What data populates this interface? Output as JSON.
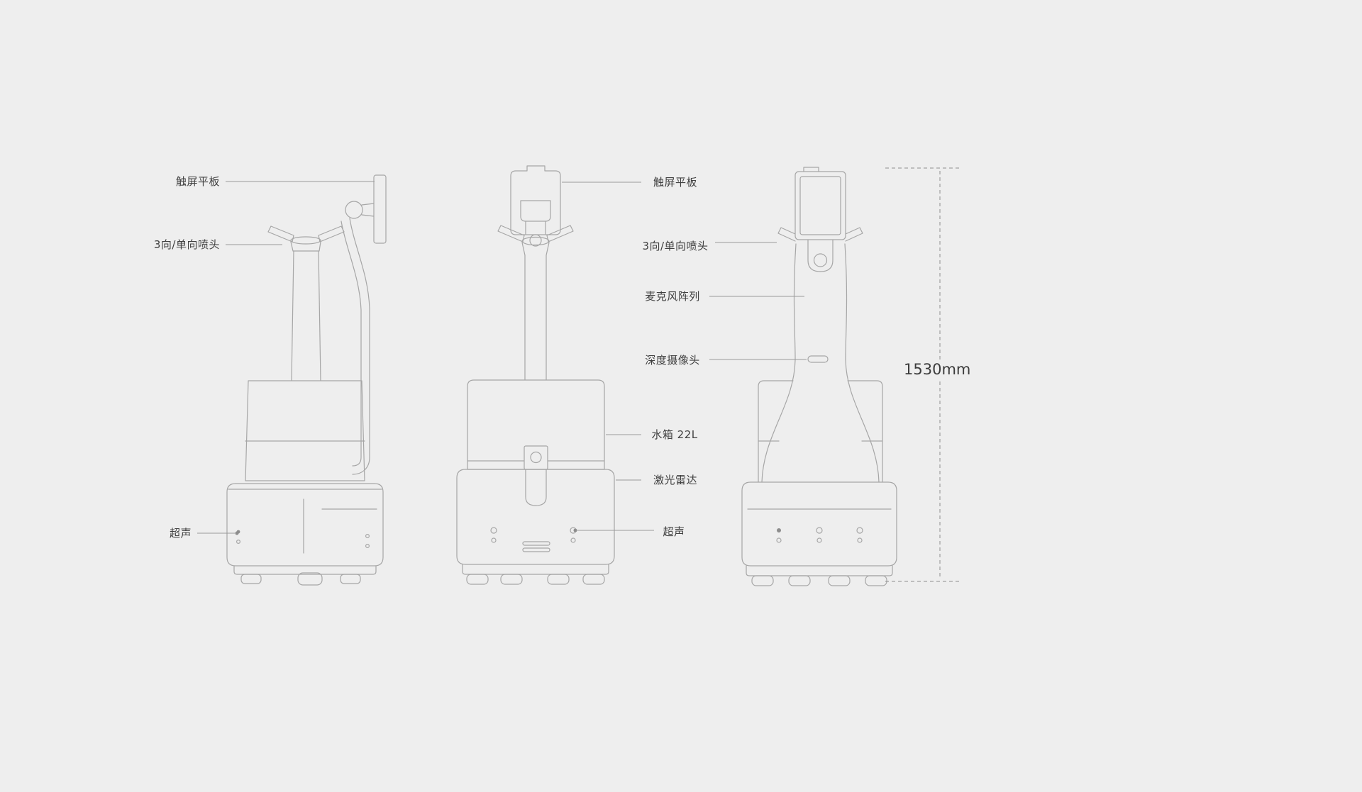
{
  "diagram": {
    "dimension": {
      "height_label": "1530mm"
    },
    "labels": {
      "left": {
        "touchscreen": "触屏平板",
        "nozzle": "3向/单向喷头",
        "ultrasonic": "超声"
      },
      "right": {
        "touchscreen": "触屏平板",
        "nozzle": "3向/单向喷头",
        "microphone": "麦克风阵列",
        "depth_camera": "深度摄像头",
        "water_tank": "水箱 22L",
        "lidar": "激光雷达",
        "ultrasonic": "超声"
      }
    },
    "colors": {
      "background": "#eeeeee",
      "line": "#a6a6a6",
      "text": "#404040"
    }
  }
}
